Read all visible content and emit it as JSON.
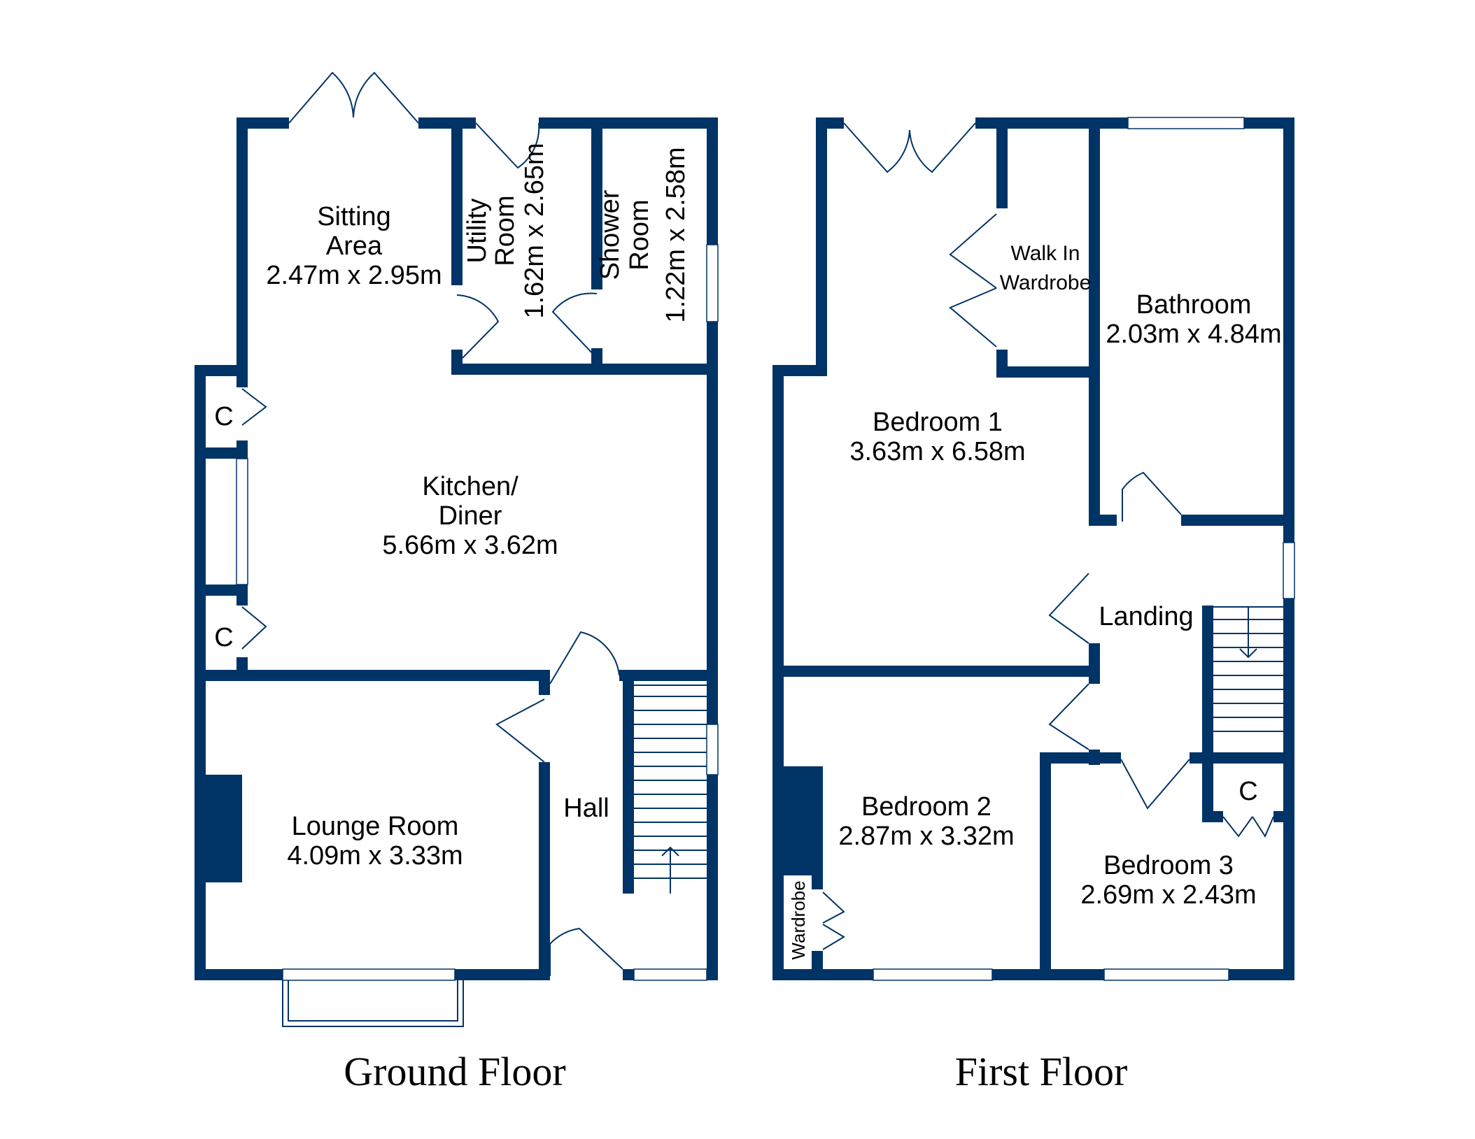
{
  "floors": [
    {
      "title": "Ground Floor",
      "rooms": [
        {
          "key": "sitting",
          "name_line1": "Sitting",
          "name_line2": "Area",
          "dims": "2.47m x 2.95m"
        },
        {
          "key": "utility",
          "name_line1": "Utility",
          "name_line2": "Room",
          "dims": "1.62m x 2.65m"
        },
        {
          "key": "shower",
          "name_line1": "Shower",
          "name_line2": "Room",
          "dims": "1.22m x 2.58m"
        },
        {
          "key": "kitchen",
          "name_line1": "Kitchen/",
          "name_line2": "Diner",
          "dims": "5.66m x 3.62m"
        },
        {
          "key": "lounge",
          "name_line1": "Lounge Room",
          "dims": "4.09m x 3.33m"
        },
        {
          "key": "hall",
          "name_line1": "Hall"
        },
        {
          "key": "cupboard1",
          "name_line1": "C"
        },
        {
          "key": "cupboard2",
          "name_line1": "C"
        }
      ]
    },
    {
      "title": "First Floor",
      "rooms": [
        {
          "key": "walkin",
          "name_line1": "Walk In",
          "name_line2": "Wardrobe"
        },
        {
          "key": "bathroom",
          "name_line1": "Bathroom",
          "dims": "2.03m x 4.84m"
        },
        {
          "key": "bedroom1",
          "name_line1": "Bedroom 1",
          "dims": "3.63m x 6.58m"
        },
        {
          "key": "landing",
          "name_line1": "Landing"
        },
        {
          "key": "bedroom2",
          "name_line1": "Bedroom 2",
          "dims": "2.87m x 3.32m"
        },
        {
          "key": "wardrobe",
          "name_line1": "Wardrobe"
        },
        {
          "key": "bedroom3",
          "name_line1": "Bedroom 3",
          "dims": "2.69m x 2.43m"
        },
        {
          "key": "cupboard3",
          "name_line1": "C"
        }
      ]
    }
  ],
  "colors": {
    "wall": "#003366",
    "background": "#ffffff"
  }
}
